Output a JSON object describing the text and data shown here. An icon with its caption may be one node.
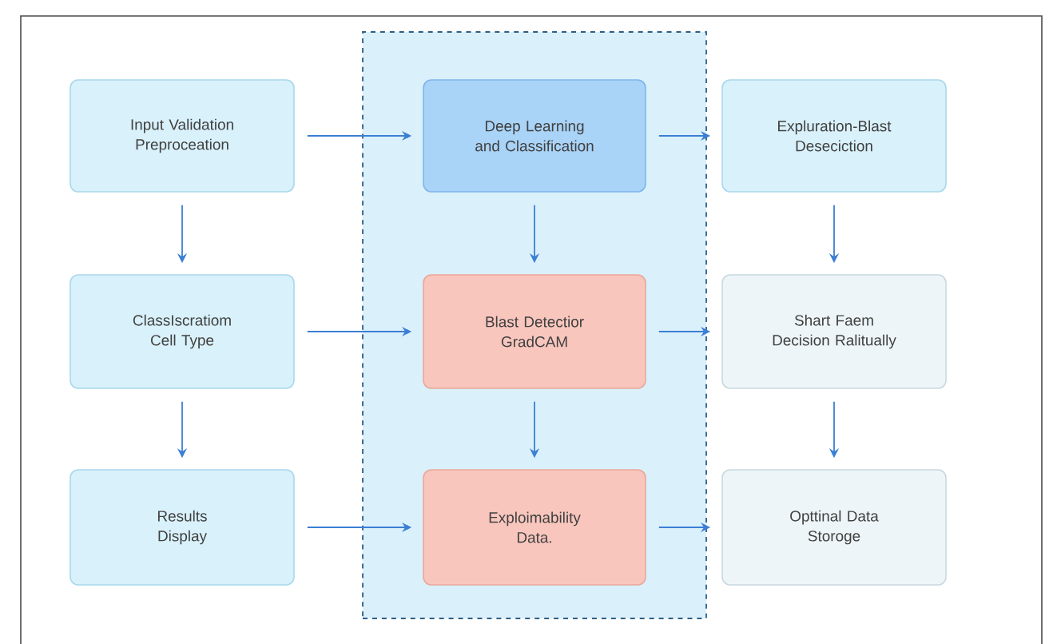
{
  "diagram": {
    "nodes": [
      {
        "text": [],
        "shape": "box"
      },
      {
        "text": [
          "Input Validation Preproceation"
        ]
      },
      {
        "text": [
          "ClassIscratiom Cell Type"
        ]
      },
      {
        "text": [
          "Results Display"
        ]
      },
      {
        "text": [
          "Deep Learning and Classification"
        ],
        "in": 0
      },
      {
        "text": [
          "Blast Detectior GradCAM"
        ],
        "in": 0
      },
      {
        "text": [
          "Exploimability Data."
        ],
        "in": 0
      },
      {
        "text": [
          "Expluration-Blast Deseciction"
        ]
      },
      {
        "text": [
          "Shart Faem Decision Ralitually"
        ]
      },
      {
        "text": [
          "Opttinal Data Storoge"
        ]
      }
    ],
    "edges": [
      {
        "from": 1,
        "to": 4,
        "arrow": "to"
      },
      {
        "from": 4,
        "to": 7,
        "arrow": "to"
      },
      {
        "from": 1,
        "to": 2,
        "arrow": "to"
      },
      {
        "from": 4,
        "to": 5,
        "arrow": "to"
      },
      {
        "from": 7,
        "to": 8,
        "arrow": "to"
      },
      {
        "from": 2,
        "to": 5,
        "arrow": "to"
      },
      {
        "from": 5,
        "to": 8,
        "arrow": "to"
      },
      {
        "from": 2,
        "to": 3,
        "arrow": "to"
      },
      {
        "from": 5,
        "to": 6,
        "arrow": "to"
      },
      {
        "from": 8,
        "to": 9,
        "arrow": "to"
      },
      {
        "from": 3,
        "to": 6,
        "arrow": "to"
      },
      {
        "from": 6,
        "to": 9,
        "arrow": "to"
      }
    ]
  }
}
